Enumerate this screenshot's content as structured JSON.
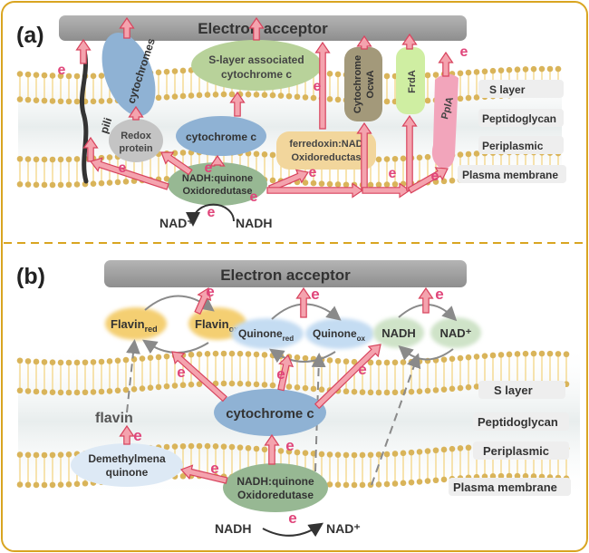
{
  "colors": {
    "frame": "#d9a521",
    "electron": "#e0457a",
    "arrow_fill": "#f4a3ae",
    "arrow_stroke": "#d8445e",
    "membrane": "#f3d27a",
    "bead": "#d9b45a",
    "acceptor_bar": "#9d9d9d",
    "cytochrome": "#8fb2d4",
    "redox": "#c4c4c4",
    "nadh_oxido": "#97b893",
    "slayer_cyt": "#b8d29a",
    "ferredoxin": "#f2d69c",
    "ocwa": "#a3997a",
    "frda": "#cfeea2",
    "ppla": "#f2a5bb",
    "flavin_blob": "#f4cf72",
    "quinone_blob": "#c4dcf2",
    "demethyl": "#dde9f5",
    "label_box": "#eeeeee",
    "gray_arrow": "#8a8a8a"
  },
  "panel_a": {
    "tag": "(a)",
    "electron_acceptor": "Electron acceptor",
    "pili": "pili",
    "cytochromes": "cytochromes",
    "redox_protein": [
      "Redox",
      "protein"
    ],
    "slayer_cytochrome": [
      "S-layer associated",
      "cytochrome c"
    ],
    "cytochrome_c": "cytochrome c",
    "ferredoxin": [
      "ferredoxin:NAD",
      "Oxidoreductas"
    ],
    "ocwa": [
      "Cytochrome",
      "OcwA"
    ],
    "frda": "FrdA",
    "ppla": "PplA",
    "nadh_oxido": [
      "NADH:quinone",
      "Oxidoredutase"
    ],
    "nad_plus": "NAD⁺",
    "nadh": "NADH",
    "e": "e",
    "layers": [
      "S layer",
      "Peptidoglycan",
      "Periplasmic",
      "Plasma membrane"
    ]
  },
  "panel_b": {
    "tag": "(b)",
    "electron_acceptor": "Electron acceptor",
    "flavin_red": "Flavin",
    "flavin_red_sub": "red",
    "flavin_ox": "Flavin",
    "flavin_ox_sub": "ox",
    "quinone_red": "Quinone",
    "quinone_red_sub": "red",
    "quinone_ox": "Quinone",
    "quinone_ox_sub": "ox",
    "nadh_top": "NADH",
    "nad_plus_top": "NAD⁺",
    "flavin": "flavin",
    "demethyl": [
      "Demethylmena",
      "quinone"
    ],
    "cytochrome_c": "cytochrome c",
    "nadh_oxido": [
      "NADH:quinone",
      "Oxidoredutase"
    ],
    "nadh": "NADH",
    "nad_plus": "NAD⁺",
    "e": "e",
    "layers": [
      "S layer",
      "Peptidoglycan",
      "Periplasmic",
      "Plasma membrane"
    ]
  }
}
